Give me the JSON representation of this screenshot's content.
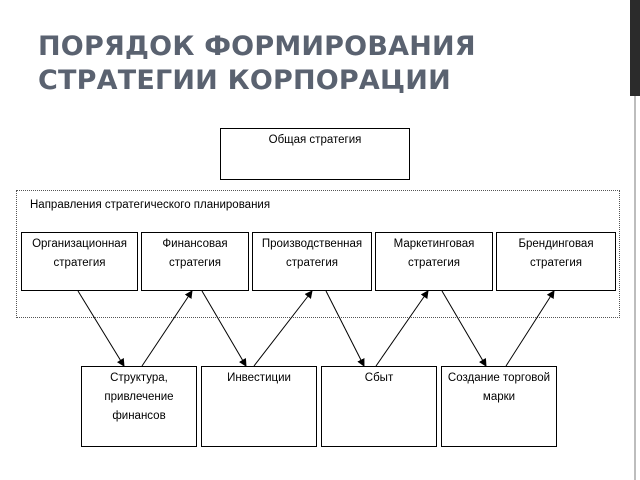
{
  "title": "ПОРЯДОК ФОРМИРОВАНИЯ\nСТРАТЕГИИ КОРПОРАЦИИ",
  "top_box": "Общая стратегия",
  "area_label": "Направления стратегического планирования",
  "strategies": [
    "Организационная стратегия",
    "Финансовая стратегия",
    "Производственная стратегия",
    "Маркетинговая стратегия",
    "Брендинговая стратегия"
  ],
  "outcomes": [
    "Структура, привлечение финансов",
    "Инвестиции",
    "Сбыт",
    "Создание торговой марки"
  ],
  "colors": {
    "title": "#5a6270",
    "border": "#000000"
  }
}
